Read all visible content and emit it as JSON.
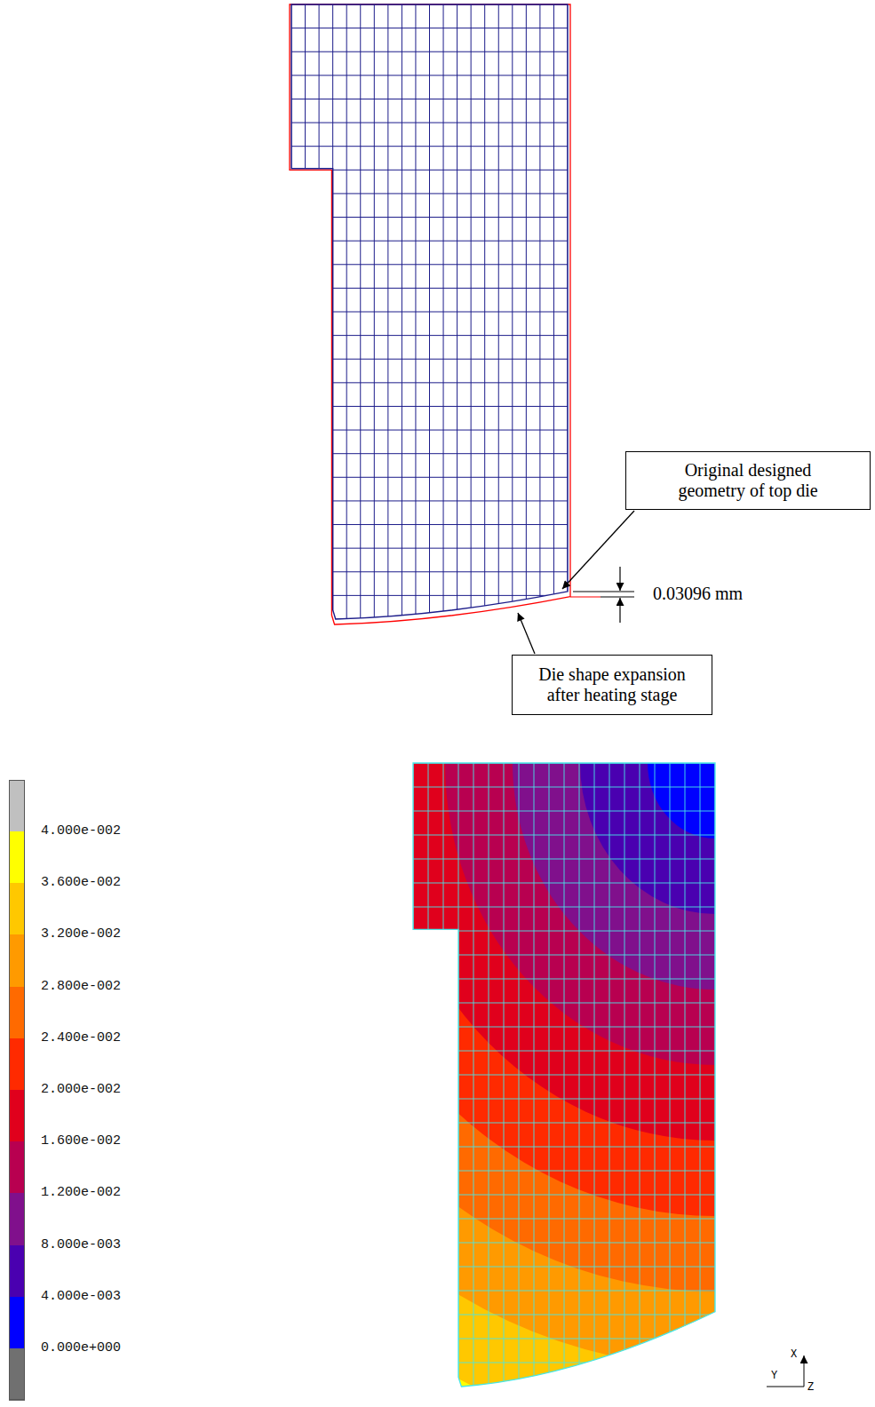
{
  "diagram": {
    "nodes": [
      {
        "text": [
          "Original designed geometry of top die"
        ]
      },
      {
        "text": [
          "Die shape expansion after heating stage"
        ]
      }
    ],
    "labels": [
      "0.03096 mm",
      "X",
      "Y",
      "Z"
    ],
    "legend": [
      {
        "text": "4.000e-002",
        "color": "#ffff00"
      },
      {
        "text": "3.600e-002",
        "color": "#ffc800"
      },
      {
        "text": "3.200e-002",
        "color": "#ff9a00"
      },
      {
        "text": "2.800e-002",
        "color": "#ff6a00"
      },
      {
        "text": "2.400e-002",
        "color": "#ff2a00"
      },
      {
        "text": "2.000e-002",
        "color": "#e0001c"
      },
      {
        "text": "1.600e-002",
        "color": "#b80050"
      },
      {
        "text": "1.200e-002",
        "color": "#80108c"
      },
      {
        "text": "8.000e-003",
        "color": "#4a00b0"
      },
      {
        "text": "4.000e-003",
        "color": "#0000ff"
      },
      {
        "text": "0.000e+000",
        "color": "#707070"
      }
    ]
  }
}
